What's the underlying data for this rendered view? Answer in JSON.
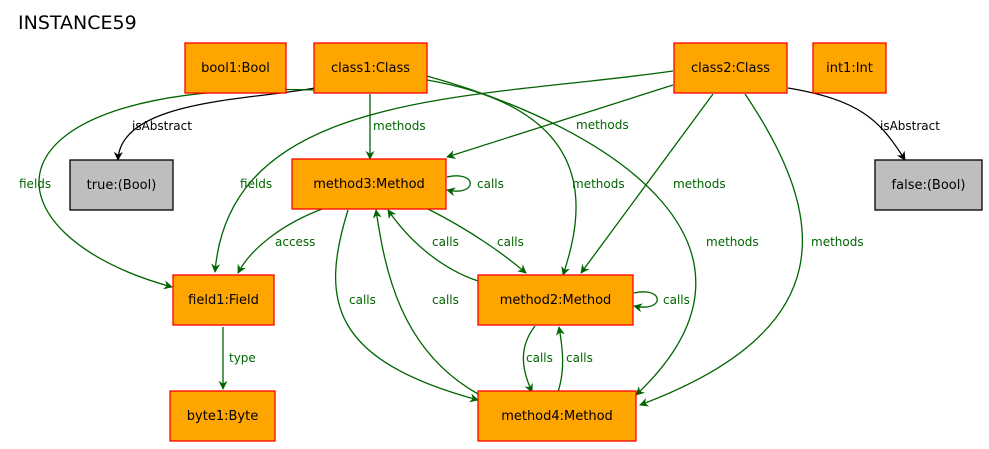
{
  "title": "INSTANCE59",
  "colors": {
    "node_fill": "#FFA500",
    "node_stroke": "#FF0000",
    "value_fill": "#BEBEBE",
    "value_stroke": "#000000",
    "green_edge": "#006400",
    "black_edge": "#000000"
  },
  "nodes": {
    "bool1": "bool1:Bool",
    "class1": "class1:Class",
    "class2": "class2:Class",
    "int1": "int1:Int",
    "true_val": "true:(Bool)",
    "method3": "method3:Method",
    "false_val": "false:(Bool)",
    "field1": "field1:Field",
    "method2": "method2:Method",
    "byte1": "byte1:Byte",
    "method4": "method4:Method"
  },
  "edge_labels": {
    "isAbstract": "isAbstract",
    "methods": "methods",
    "fields": "fields",
    "calls": "calls",
    "access": "access",
    "type": "type"
  }
}
